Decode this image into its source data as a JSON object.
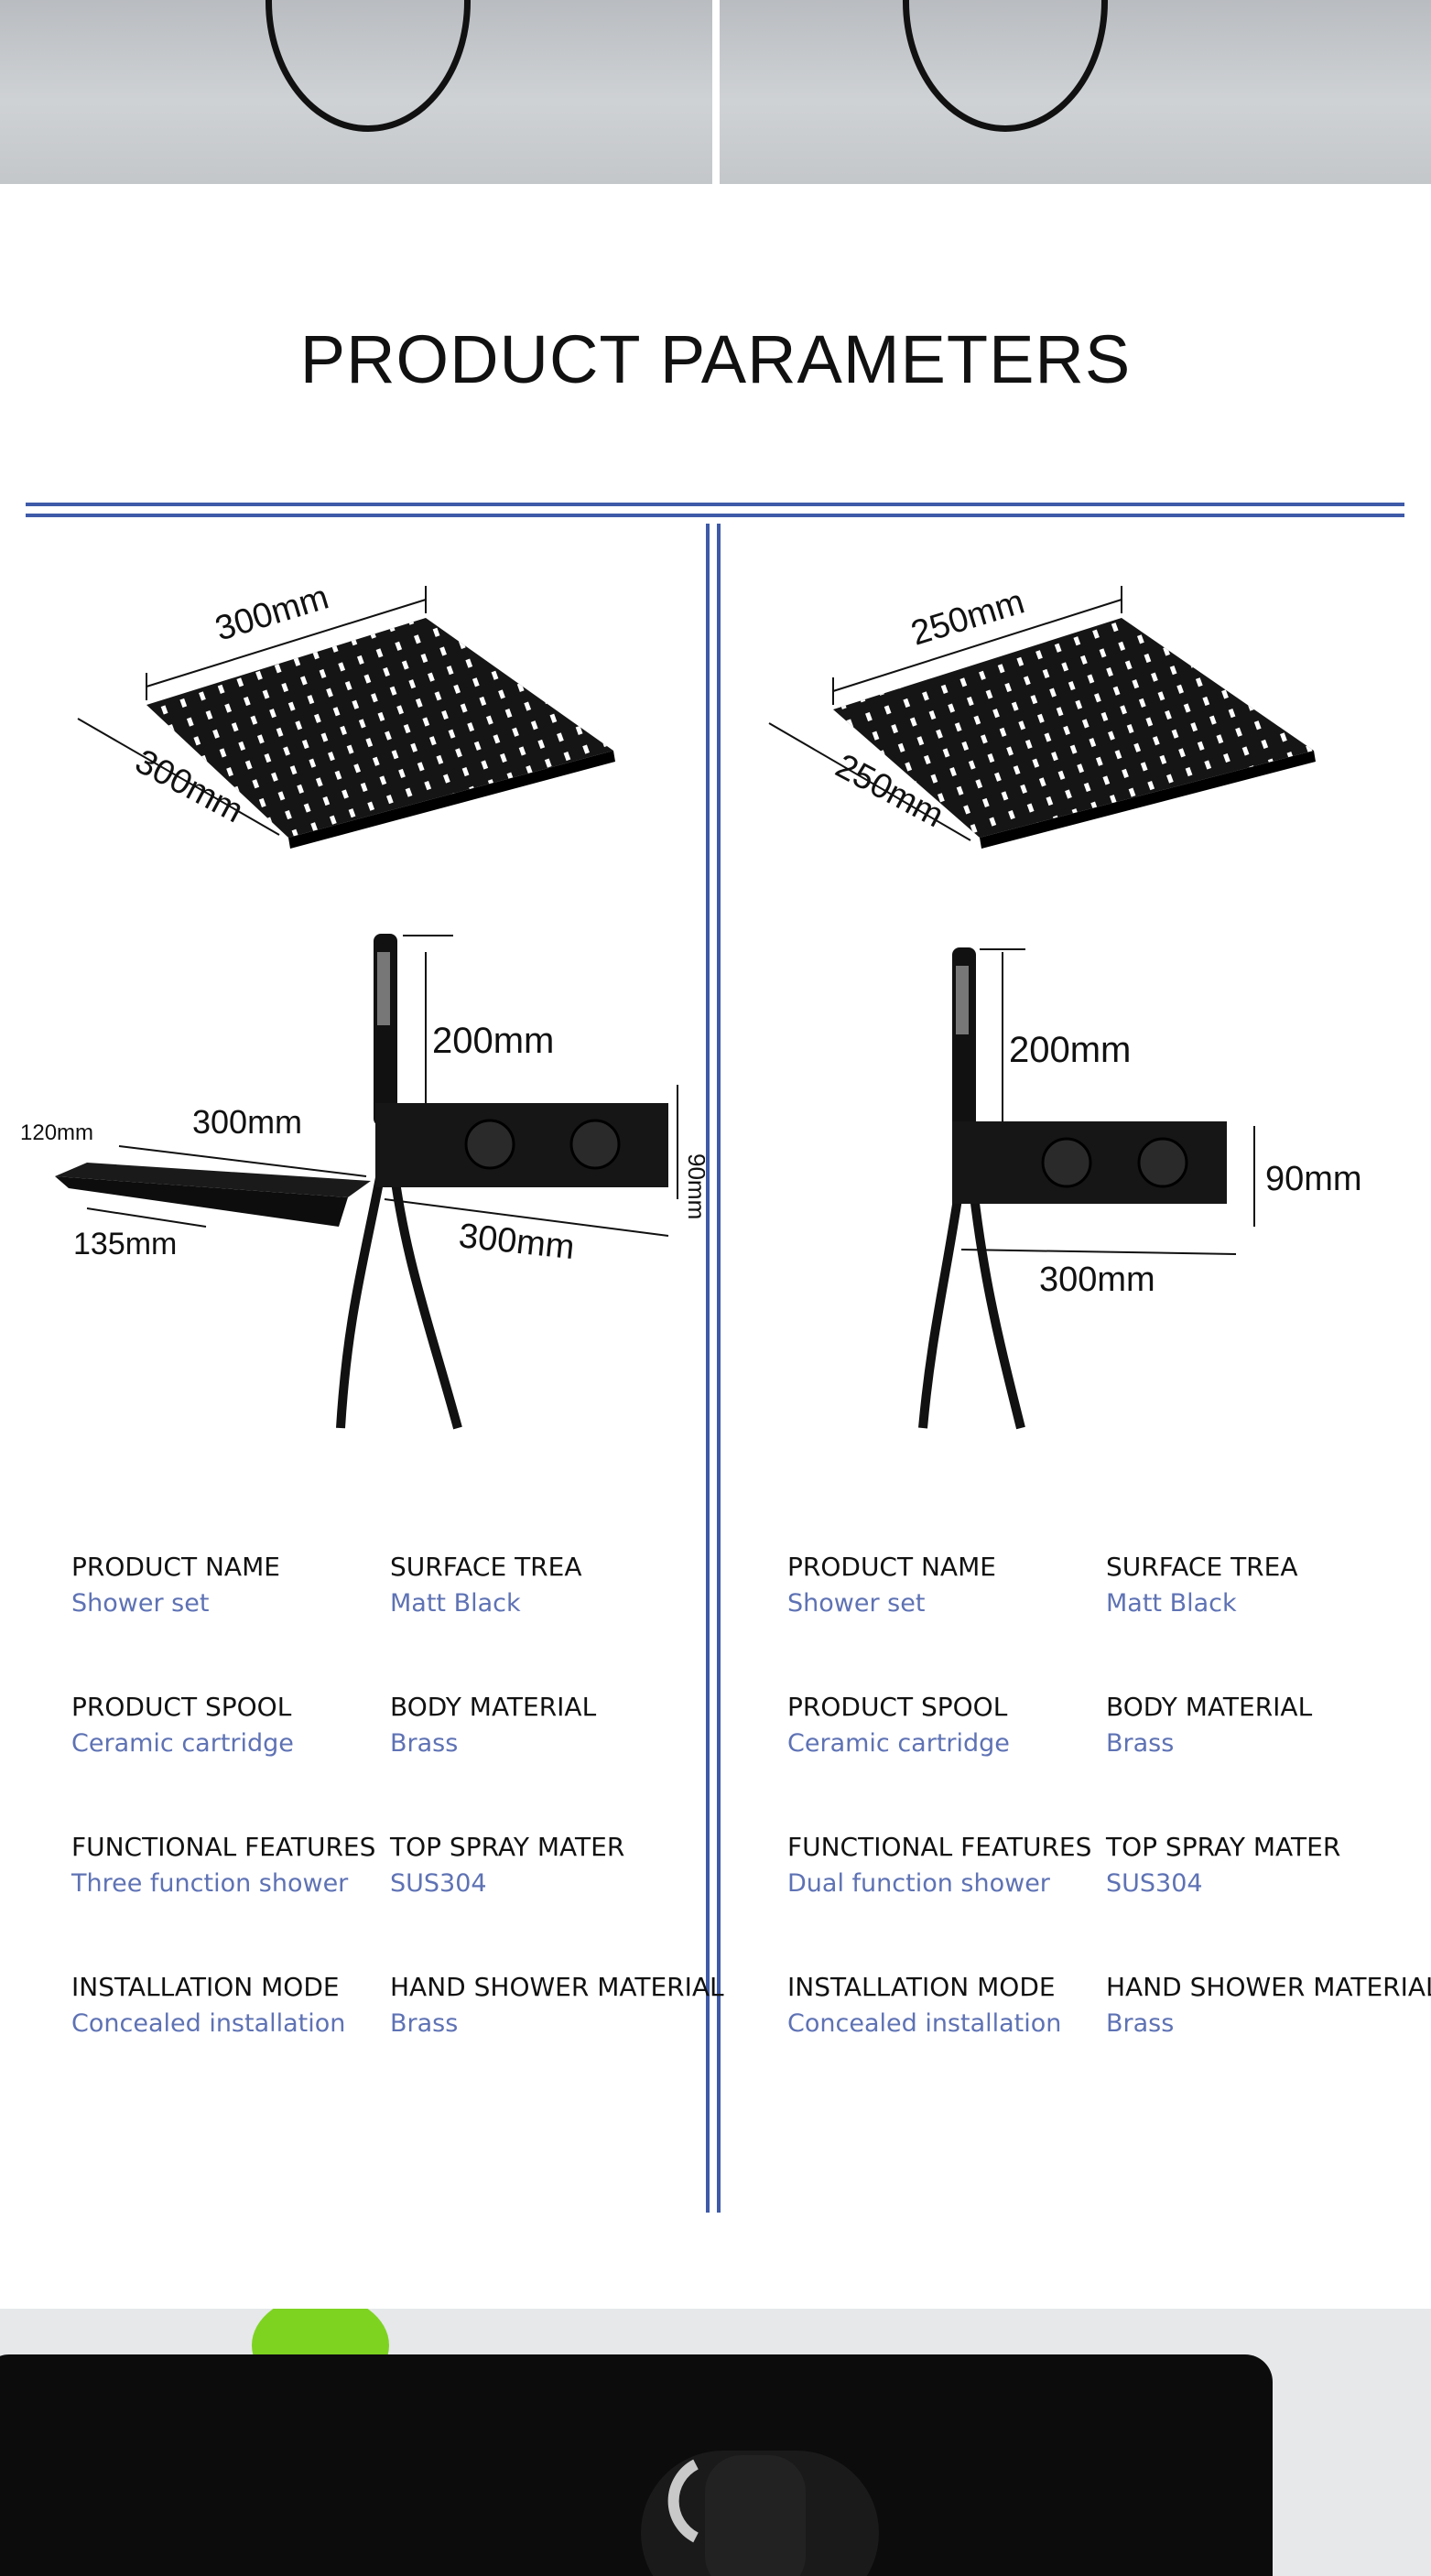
{
  "title": "PRODUCT PARAMETERS",
  "colors": {
    "accent_line": "#3e5aa8",
    "value_text": "#5e72b4",
    "label_text": "#111111"
  },
  "left": {
    "dims": {
      "head_a": "300mm",
      "head_b": "300mm",
      "hand_h": "200mm",
      "spout_w": "300mm",
      "spout_d": "120mm",
      "spout_e": "135mm",
      "panel_w": "300mm",
      "panel_h": "90mm"
    },
    "specs": [
      {
        "label": "PRODUCT NAME",
        "value": "Shower set"
      },
      {
        "label": "SURFACE TREA",
        "value": "Matt Black"
      },
      {
        "label": "PRODUCT SPOOL",
        "value": "Ceramic cartridge"
      },
      {
        "label": "BODY MATERIAL",
        "value": "Brass"
      },
      {
        "label": "FUNCTIONAL FEATURES",
        "value": "Three function shower"
      },
      {
        "label": "TOP SPRAY MATER",
        "value": "SUS304"
      },
      {
        "label": "INSTALLATION MODE",
        "value": "Concealed installation"
      },
      {
        "label": "HAND SHOWER MATERIAL",
        "value": "Brass"
      }
    ]
  },
  "right": {
    "dims": {
      "head_a": "250mm",
      "head_b": "250mm",
      "hand_h": "200mm",
      "panel_w": "300mm",
      "panel_h": "90mm"
    },
    "specs": [
      {
        "label": "PRODUCT NAME",
        "value": "Shower set"
      },
      {
        "label": "SURFACE TREA",
        "value": "Matt Black"
      },
      {
        "label": "PRODUCT SPOOL",
        "value": "Ceramic cartridge"
      },
      {
        "label": "BODY MATERIAL",
        "value": "Brass"
      },
      {
        "label": "FUNCTIONAL FEATURES",
        "value": "Dual function shower"
      },
      {
        "label": "TOP SPRAY MATER",
        "value": "SUS304"
      },
      {
        "label": "INSTALLATION MODE",
        "value": "Concealed installation"
      },
      {
        "label": "HAND SHOWER MATERIAL",
        "value": "Brass"
      }
    ]
  }
}
